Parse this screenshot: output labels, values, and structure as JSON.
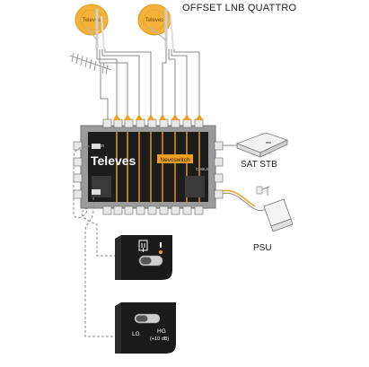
{
  "labels": {
    "title": "OFFSET LNB QUATTRO",
    "sat_stb": "SAT STB",
    "psu": "PSU"
  },
  "device": {
    "brand": "Televes",
    "product": "Nevoswitch",
    "tag": "TERR",
    "tag2": "CABLE"
  },
  "switch_settings": {
    "lg_label": "LG",
    "hg_label": "HG",
    "hg_sub": "(+10 dB)"
  },
  "colors": {
    "accent": "#f0a020",
    "dish": "#f3b23a",
    "line": "#888888",
    "panel": "#1a1a1a"
  }
}
